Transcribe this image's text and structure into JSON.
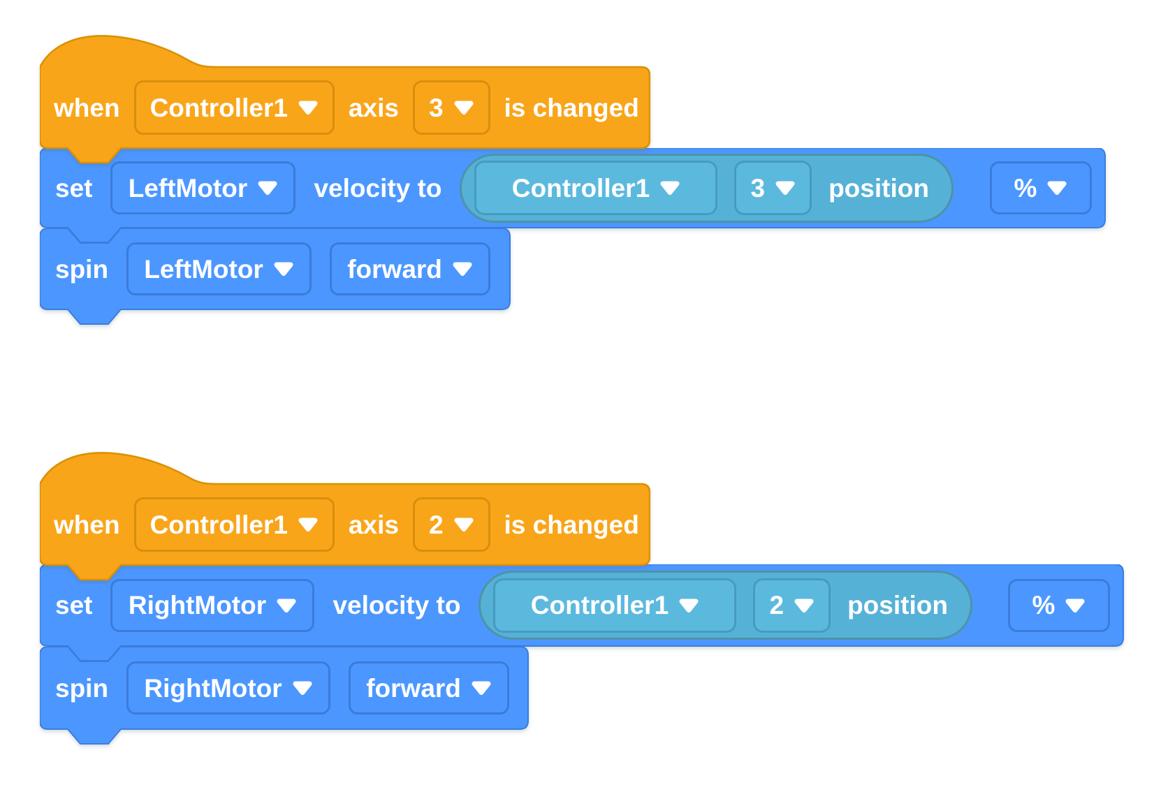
{
  "app": {
    "description": "VEXcode-style block programming workspace",
    "background": "#FFFFFF"
  },
  "colors": {
    "event_block_yellow": "#F9A51A",
    "event_block_stroke": "#D99000",
    "motion_block_blue": "#4C97FF",
    "motion_block_stroke": "#3B7DDC",
    "sensing_reporter_teal": "#56B1D7",
    "sensing_reporter_stroke": "#4E93A6",
    "sensing_field_teal": "#5CB9DE",
    "text": "#FFFFFF"
  },
  "icons": {
    "dropdown_arrow": "chevron-down-icon"
  },
  "stacks": [
    {
      "hat": {
        "when": "when",
        "device": "Controller1",
        "axis_word": "axis",
        "axis": "3",
        "tail": "is changed"
      },
      "set": {
        "verb": "set",
        "motor": "LeftMotor",
        "velocity_to": "velocity to",
        "reporter": {
          "device": "Controller1",
          "axis": "3",
          "position": "position"
        },
        "unit": "%"
      },
      "spin": {
        "verb": "spin",
        "motor": "LeftMotor",
        "direction": "forward"
      }
    },
    {
      "hat": {
        "when": "when",
        "device": "Controller1",
        "axis_word": "axis",
        "axis": "2",
        "tail": "is changed"
      },
      "set": {
        "verb": "set",
        "motor": "RightMotor",
        "velocity_to": "velocity to",
        "reporter": {
          "device": "Controller1",
          "axis": "2",
          "position": "position"
        },
        "unit": "%"
      },
      "spin": {
        "verb": "spin",
        "motor": "RightMotor",
        "direction": "forward"
      }
    }
  ]
}
